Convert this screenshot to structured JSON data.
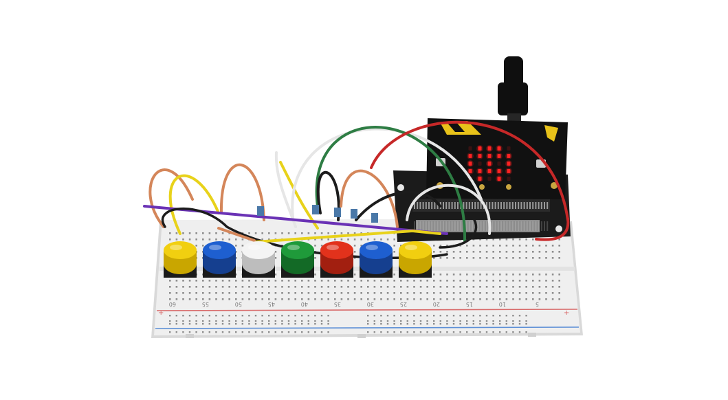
{
  "scene": {
    "subject": "breadboard-with-microbit-and-buttons"
  },
  "colors": {
    "background": "#ffffff",
    "breadboard": "#efefef",
    "breadboard_edge": "#d9d9d9",
    "hole": "#8e8e8e",
    "rail_red": "#d86a6a",
    "rail_blue": "#5c8fd6",
    "microbit_pcb": "#111111",
    "edge_connector": "#1b1b1b",
    "led_on": "#ff2222",
    "wire_orange": "#d4865a",
    "wire_yellow": "#e8d21a",
    "wire_purple": "#6a32b5",
    "wire_black": "#1c1c1c",
    "wire_white": "#e6e6e6",
    "wire_green": "#2e7d44",
    "wire_red": "#c62828",
    "cable_black": "#0f0f0f"
  },
  "breadboard": {
    "column_labels": [
      "60",
      "55",
      "50",
      "45",
      "40",
      "35",
      "30",
      "25",
      "20",
      "15",
      "10",
      "5"
    ],
    "rail_plus": "+"
  },
  "buttons": [
    {
      "name": "button-yellow-left",
      "cap": "#f1cf10",
      "shade": "#c9a600"
    },
    {
      "name": "button-blue-1",
      "cap": "#1e5fd0",
      "shade": "#153f8f"
    },
    {
      "name": "button-white",
      "cap": "#f4f4f4",
      "shade": "#bdbdbd"
    },
    {
      "name": "button-green",
      "cap": "#1f9a3a",
      "shade": "#136a26"
    },
    {
      "name": "button-red",
      "cap": "#e2321c",
      "shade": "#a21f10"
    },
    {
      "name": "button-blue-2",
      "cap": "#1e5fd0",
      "shade": "#153f8f"
    },
    {
      "name": "button-yellow-right",
      "cap": "#f1cf10",
      "shade": "#c9a600"
    }
  ],
  "led_matrix": {
    "rows": [
      [
        0,
        1,
        1,
        1,
        0
      ],
      [
        1,
        1,
        1,
        1,
        1
      ],
      [
        1,
        0,
        1,
        0,
        1
      ],
      [
        1,
        1,
        1,
        1,
        1
      ],
      [
        0,
        1,
        0,
        1,
        0
      ]
    ]
  }
}
